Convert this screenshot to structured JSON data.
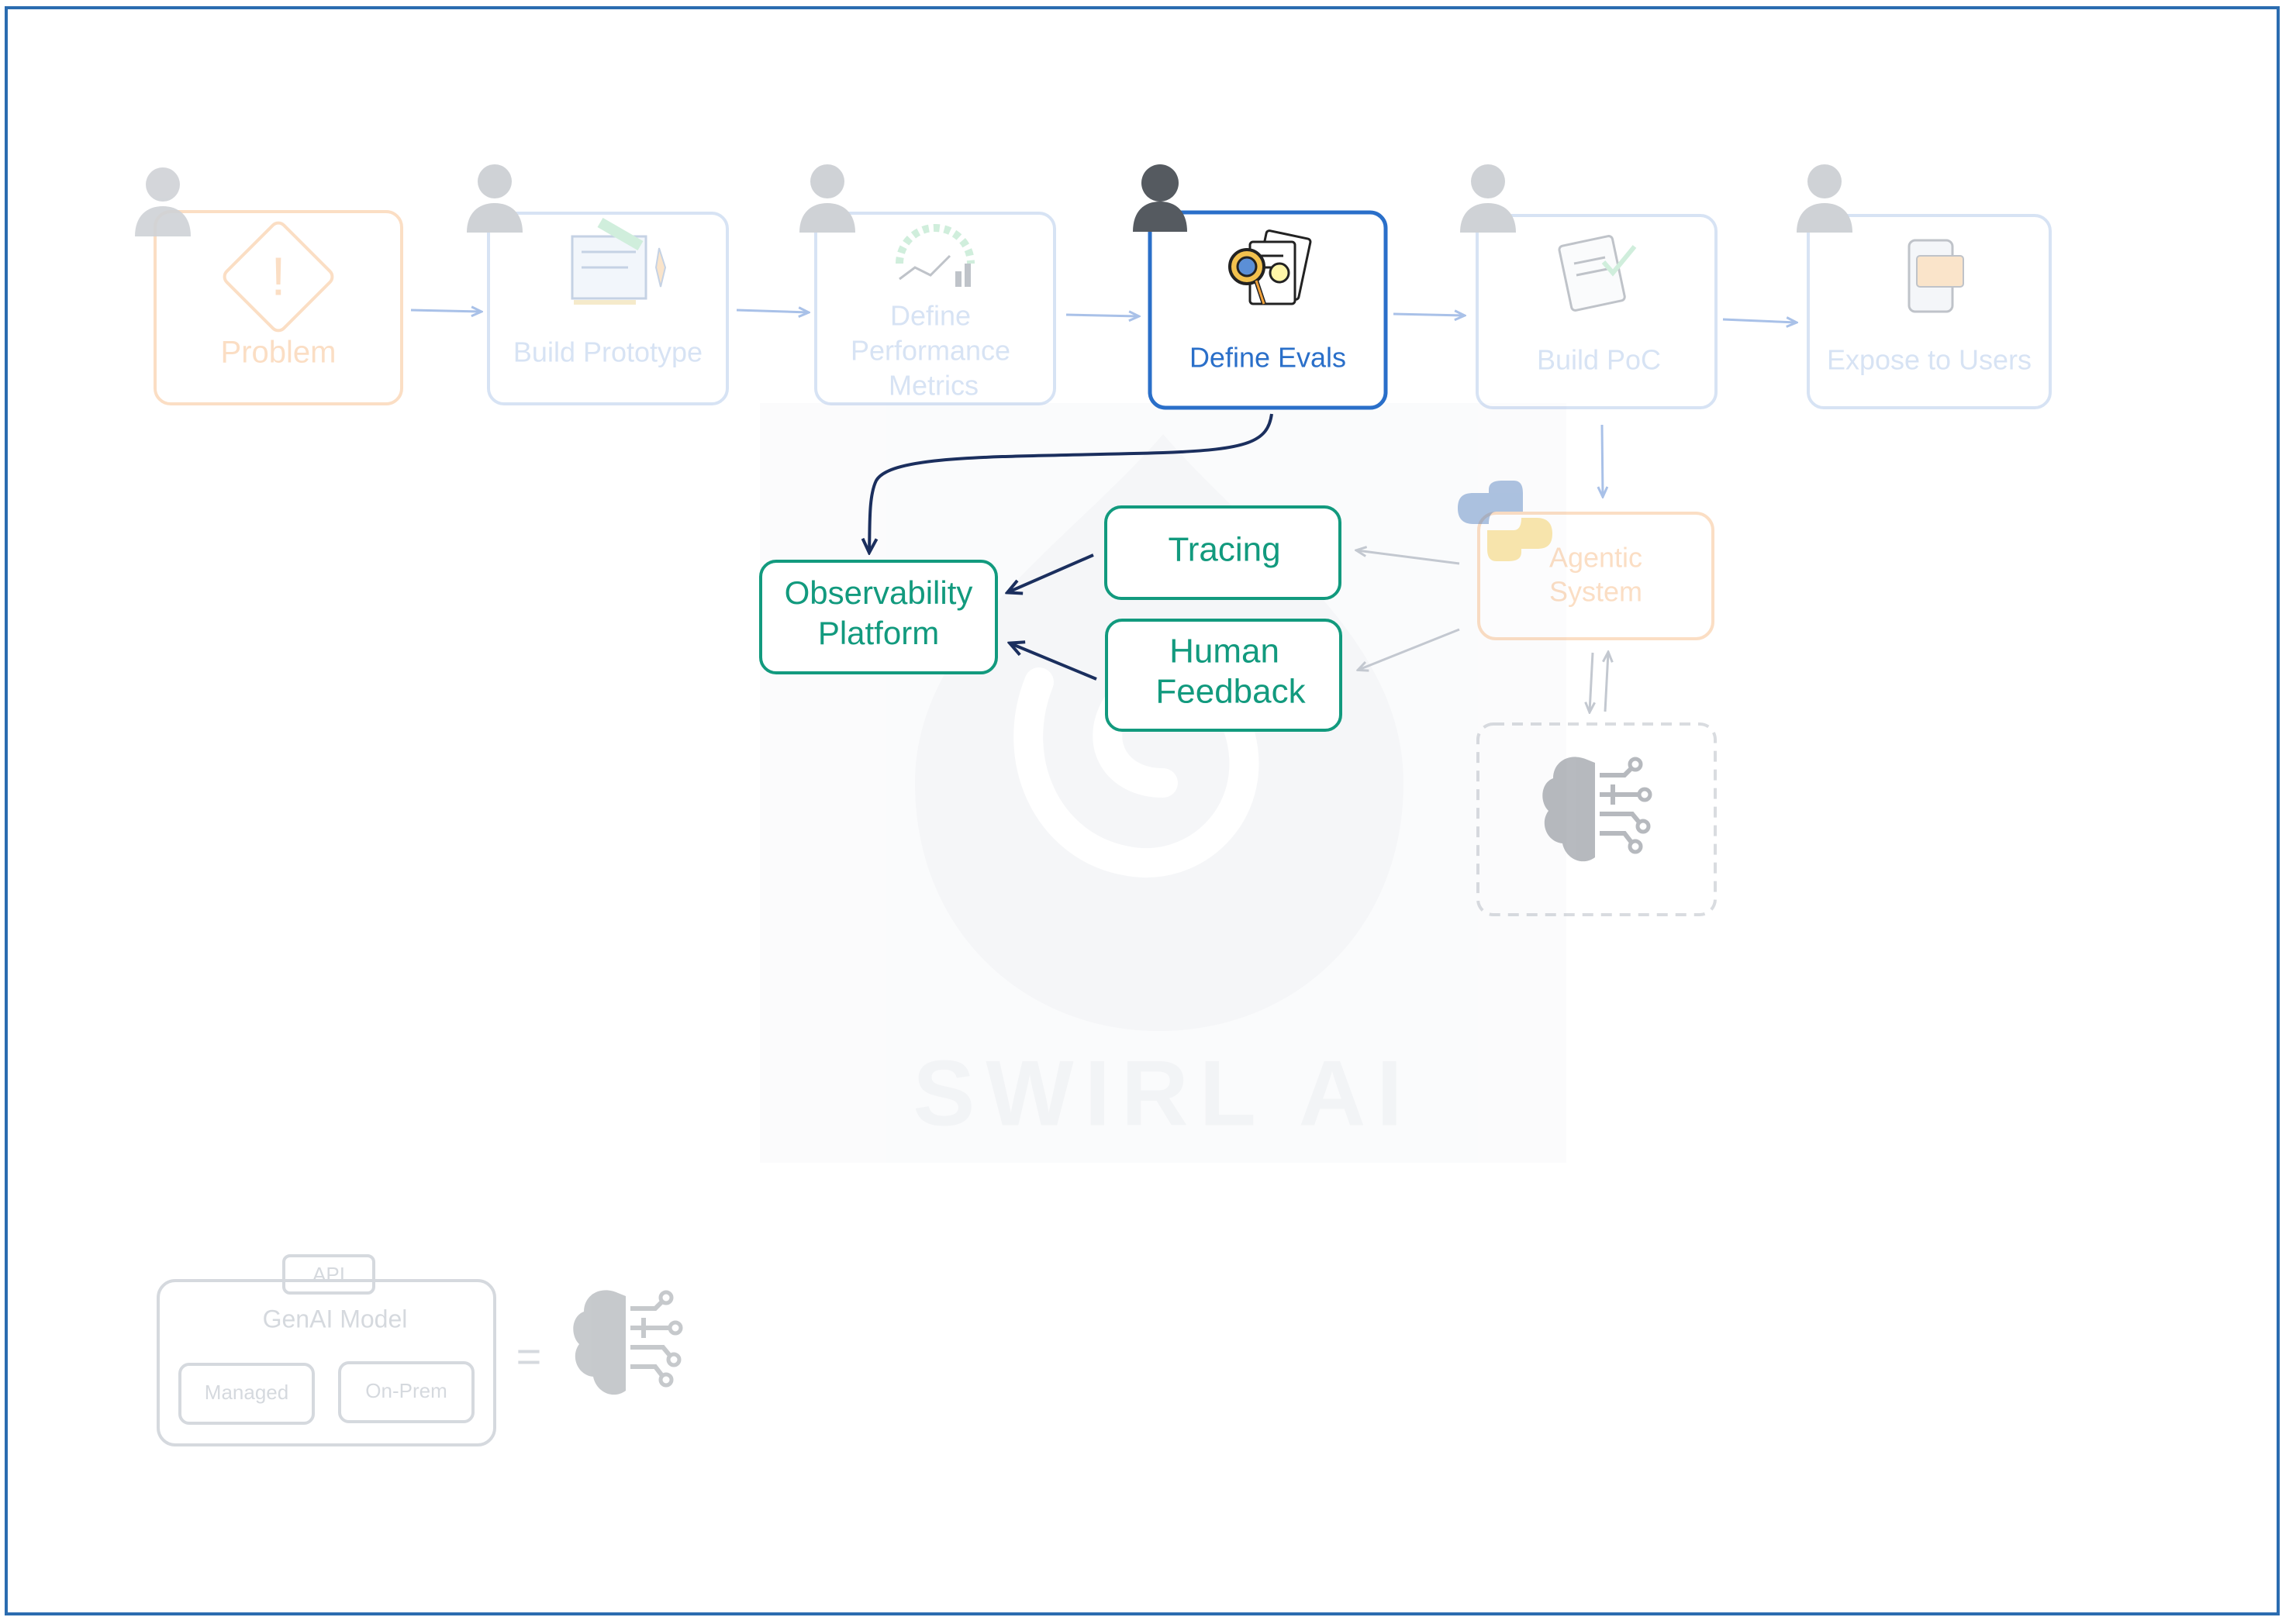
{
  "watermark": {
    "text": "SWIRL AI"
  },
  "steps": [
    {
      "id": "problem",
      "label_lines": [
        "Problem"
      ],
      "color": "#f4a259",
      "faded": true,
      "icon": "warning-diamond-icon"
    },
    {
      "id": "build-prototype",
      "label_lines": [
        "Build Prototype"
      ],
      "color": "#8fb0e0",
      "faded": true,
      "icon": "blueprint-rocket-icon"
    },
    {
      "id": "define-performance-metrics",
      "label_lines": [
        "Define",
        "Performance",
        "Metrics"
      ],
      "color": "#8fb0e0",
      "faded": true,
      "icon": "gauge-chart-icon"
    },
    {
      "id": "define-evals",
      "label_lines": [
        "Define Evals"
      ],
      "color": "#2a6fc9",
      "faded": false,
      "icon": "magnifier-document-idea-icon"
    },
    {
      "id": "build-poc",
      "label_lines": [
        "Build PoC"
      ],
      "color": "#8fb0e0",
      "faded": true,
      "icon": "checklist-document-icon"
    },
    {
      "id": "expose-to-users",
      "label_lines": [
        "Expose to Users"
      ],
      "color": "#8fb0e0",
      "faded": true,
      "icon": "mobile-app-icon"
    }
  ],
  "observability": {
    "platform": {
      "label_lines": [
        "Observability",
        "Platform"
      ]
    },
    "tracing": {
      "label_lines": [
        "Tracing"
      ]
    },
    "human_feedback": {
      "label_lines": [
        "Human",
        "Feedback"
      ]
    },
    "color": "#129a7e",
    "arrow_color": "#1b2f5e"
  },
  "agentic_system": {
    "label_lines": [
      "Agentic",
      "System"
    ],
    "color": "#f4a259",
    "icon": "python-logo-icon"
  },
  "llm_box": {
    "icon": "brain-circuit-icon"
  },
  "legend": {
    "api": "API",
    "model": "GenAI Model",
    "managed": "Managed",
    "on_prem": "On-Prem",
    "equals": "=",
    "icon": "brain-circuit-icon"
  },
  "colors": {
    "frame": "#2b6cb0",
    "person_active": "#555a60",
    "person_faded": "#cfd2d6",
    "arrow_faded": "#a9c1e8",
    "gray": "#c3c8d0"
  }
}
